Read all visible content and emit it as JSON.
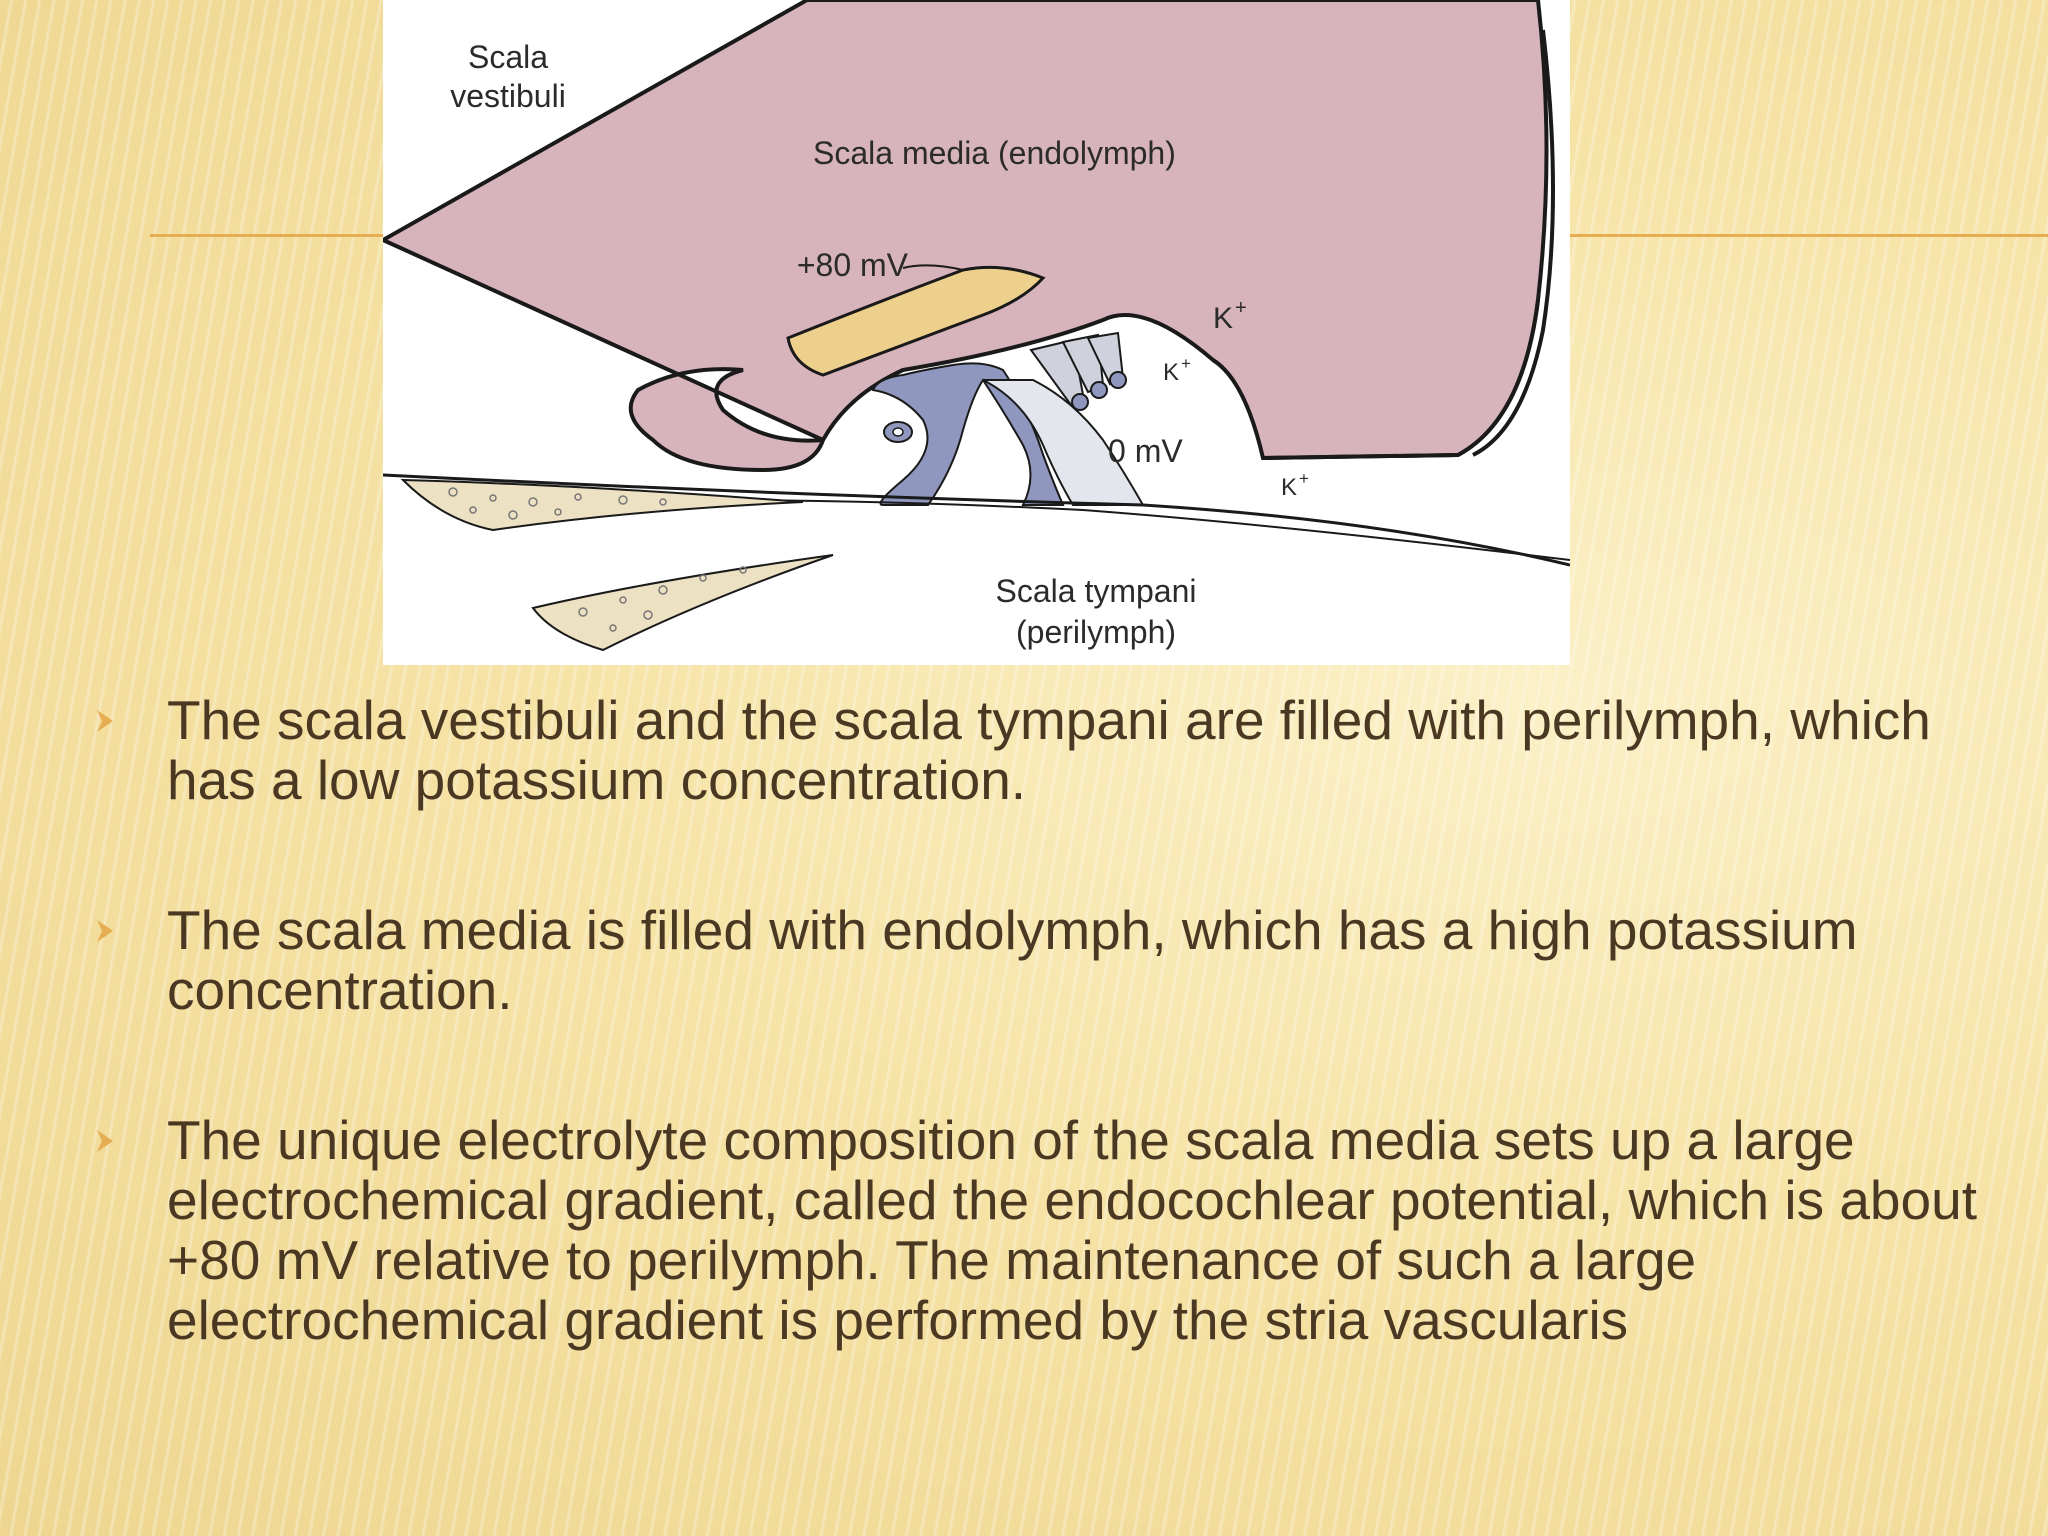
{
  "diagram": {
    "labels": {
      "scala_vestibuli_line1": "Scala",
      "scala_vestibuli_line2": "vestibuli",
      "scala_media": "Scala media (endolymph)",
      "plus80": "+80 mV",
      "k1": "K",
      "k2": "K",
      "k3": "K",
      "zero_mv": "0 mV",
      "scala_tympani_line1": "Scala tympani",
      "scala_tympani_line2": "(perilymph)"
    },
    "colors": {
      "endolymph": "#d7b3bc",
      "tectorial": "#edd08c",
      "cells": "#8f97be",
      "bone": "#ece1c2"
    }
  },
  "bullets": [
    {
      "text": "The scala vestibuli and the scala tympani are filled with perilymph, which has a low potassium concentration."
    },
    {
      "text": "The scala media is filled with endolymph, which has a high potassium concentration."
    },
    {
      "text": "The unique electrolyte composition of the scala media sets up a large electrochemical gradient, called the endocochlear potential, which is about +80 mV relative to perilymph. The maintenance of such a large electrochemical gradient is performed by the stria vascularis"
    }
  ],
  "theme": {
    "accent": "#e6ad52",
    "text_color": "#4a3823"
  }
}
